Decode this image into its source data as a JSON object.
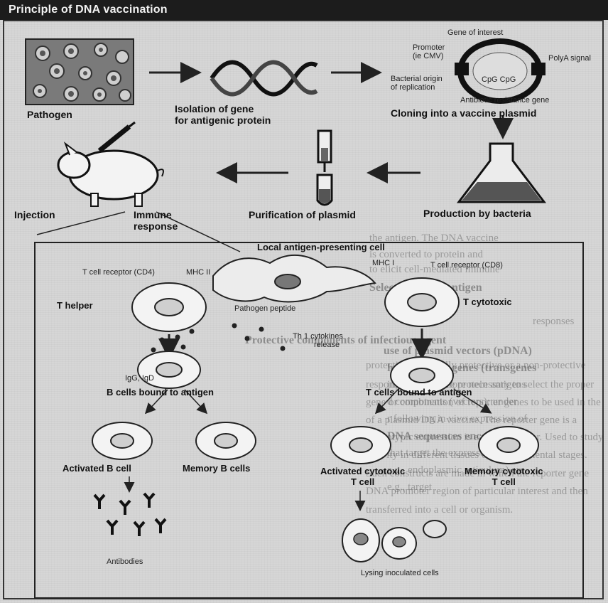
{
  "title": "Principle of DNA vaccination",
  "top_row": {
    "pathogen": "Pathogen",
    "isolation": [
      "Isolation of gene",
      "for antigenic protein"
    ],
    "cloning": "Cloning into a vaccine plasmid"
  },
  "plasmid": {
    "gene_of_interest": "Gene of interest",
    "promoter": [
      "Promoter",
      "(ie CMV)"
    ],
    "polya": "PolyA signal",
    "cpg": "CpG CpG",
    "origin": [
      "Bacterial origin",
      "of replication"
    ],
    "antibiotic": "Antibiotic resistance gene"
  },
  "middle_row": {
    "injection": "Injection",
    "immune_response": [
      "Immune",
      "response"
    ],
    "purification": "Purification of plasmid",
    "production": "Production by bacteria"
  },
  "inset": {
    "local_apc": "Local antigen-presenting cell",
    "tcr_left": "T cell receptor (CD4)",
    "mhc2": "MHC II",
    "mhc1": "MHC I",
    "tcr_right": "T cell receptor (CD8)",
    "t_helper": "T helper",
    "pathogen_peptide": "Pathogen peptide",
    "t_cytotoxic": "T cytotoxic",
    "cytokines": [
      "Th 1 cytokines",
      "release"
    ],
    "igg": [
      "IgG, IgD"
    ],
    "b_bound": "B cells bound to antigen",
    "t_bound": "T cells bound to antigen",
    "activated_b": "Activated B cell",
    "memory_b": "Memory B cells",
    "activated_cyto": [
      "Activated cytotoxic",
      "T cell"
    ],
    "memory_cyto": [
      "Memory cytotoxic",
      "T cell"
    ],
    "antibodies": "Antibodies",
    "lysing": "Lysing inoculated cells"
  },
  "background_text": [
    "the antigen. The DNA vaccine",
    "is converted to protein and",
    "to elicit cell-mediated immune",
    "responses",
    "Selection of the antigen",
    "Protective components of infectious agent",
    "protective, a partially protective or a non-protective",
    "response. It is therefore necessary to select the proper",
    "gene or combination of reporter genes to be used in the",
    "of a plasmid DNA vaccine. The reporter gene is a",
    "phenotypic expression is easy to monitor. Used to study",
    "activity in different tissues or developmental stages.",
    "Such constructs are made in which the reporter gene",
    "DNA promoter region of particular interest and then",
    "transferred into a cell or organism.",
    "use of plasmid vectors (pDNA)",
    "heterologous genes (transgenes",
    "ing one or more protein antigens",
    "d components (vectors); under",
    "r following in vivo expression of",
    "DNA sequences encoding co-",
    "that target the expressed protein",
    "e.g., endoplasmic reticulum) are",
    "e.g., target"
  ]
}
